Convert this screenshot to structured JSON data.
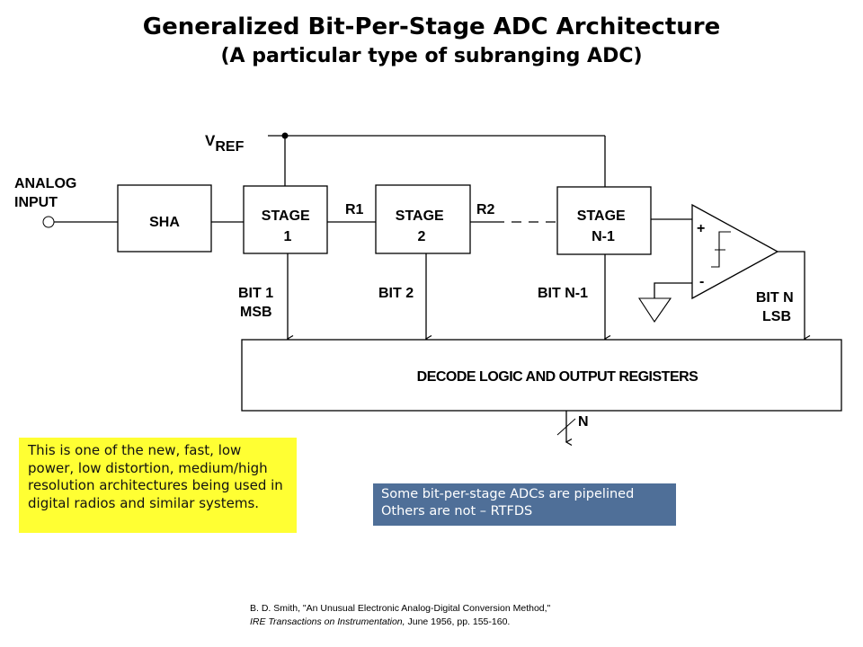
{
  "title": {
    "main": "Generalized Bit-Per-Stage ADC Architecture",
    "subtitle": "(A particular type of subranging ADC)"
  },
  "diagram": {
    "vref_label_main": "V",
    "vref_label_sub": "REF",
    "analog_input_line1": "ANALOG",
    "analog_input_line2": "INPUT",
    "sha_label": "SHA",
    "stages": [
      {
        "line1": "STAGE",
        "line2": "1"
      },
      {
        "line1": "STAGE",
        "line2": "2"
      },
      {
        "line1": "STAGE",
        "line2": "N-1"
      }
    ],
    "residues": [
      "R1",
      "R2"
    ],
    "comparator_plus": "+",
    "comparator_minus": "-",
    "bits": [
      {
        "line1": "BIT 1",
        "line2": "MSB"
      },
      {
        "line1": "BIT 2",
        "line2": ""
      },
      {
        "line1": "BIT N-1",
        "line2": ""
      },
      {
        "line1": "BIT N",
        "line2": "LSB"
      }
    ],
    "decode_label": "DECODE LOGIC AND OUTPUT REGISTERS",
    "output_bus_label": "N"
  },
  "notes": {
    "yellow": "This is one of the new, fast, low power, low distortion, medium/high resolution architectures being used in digital radios and similar systems.",
    "blue_line1": "Some bit-per-stage ADCs are pipelined",
    "blue_line2": "Others are not – RTFDS"
  },
  "citation": {
    "line1": "B. D. Smith, \"An Unusual Electronic Analog-Digital Conversion Method,\"",
    "journal": "IRE Transactions on Instrumentation,",
    "details": " June 1956, pp. 155-160."
  },
  "colors": {
    "yellow_note_bg": "#ffff33",
    "blue_note_bg": "#4f6f98",
    "line": "#000000"
  }
}
